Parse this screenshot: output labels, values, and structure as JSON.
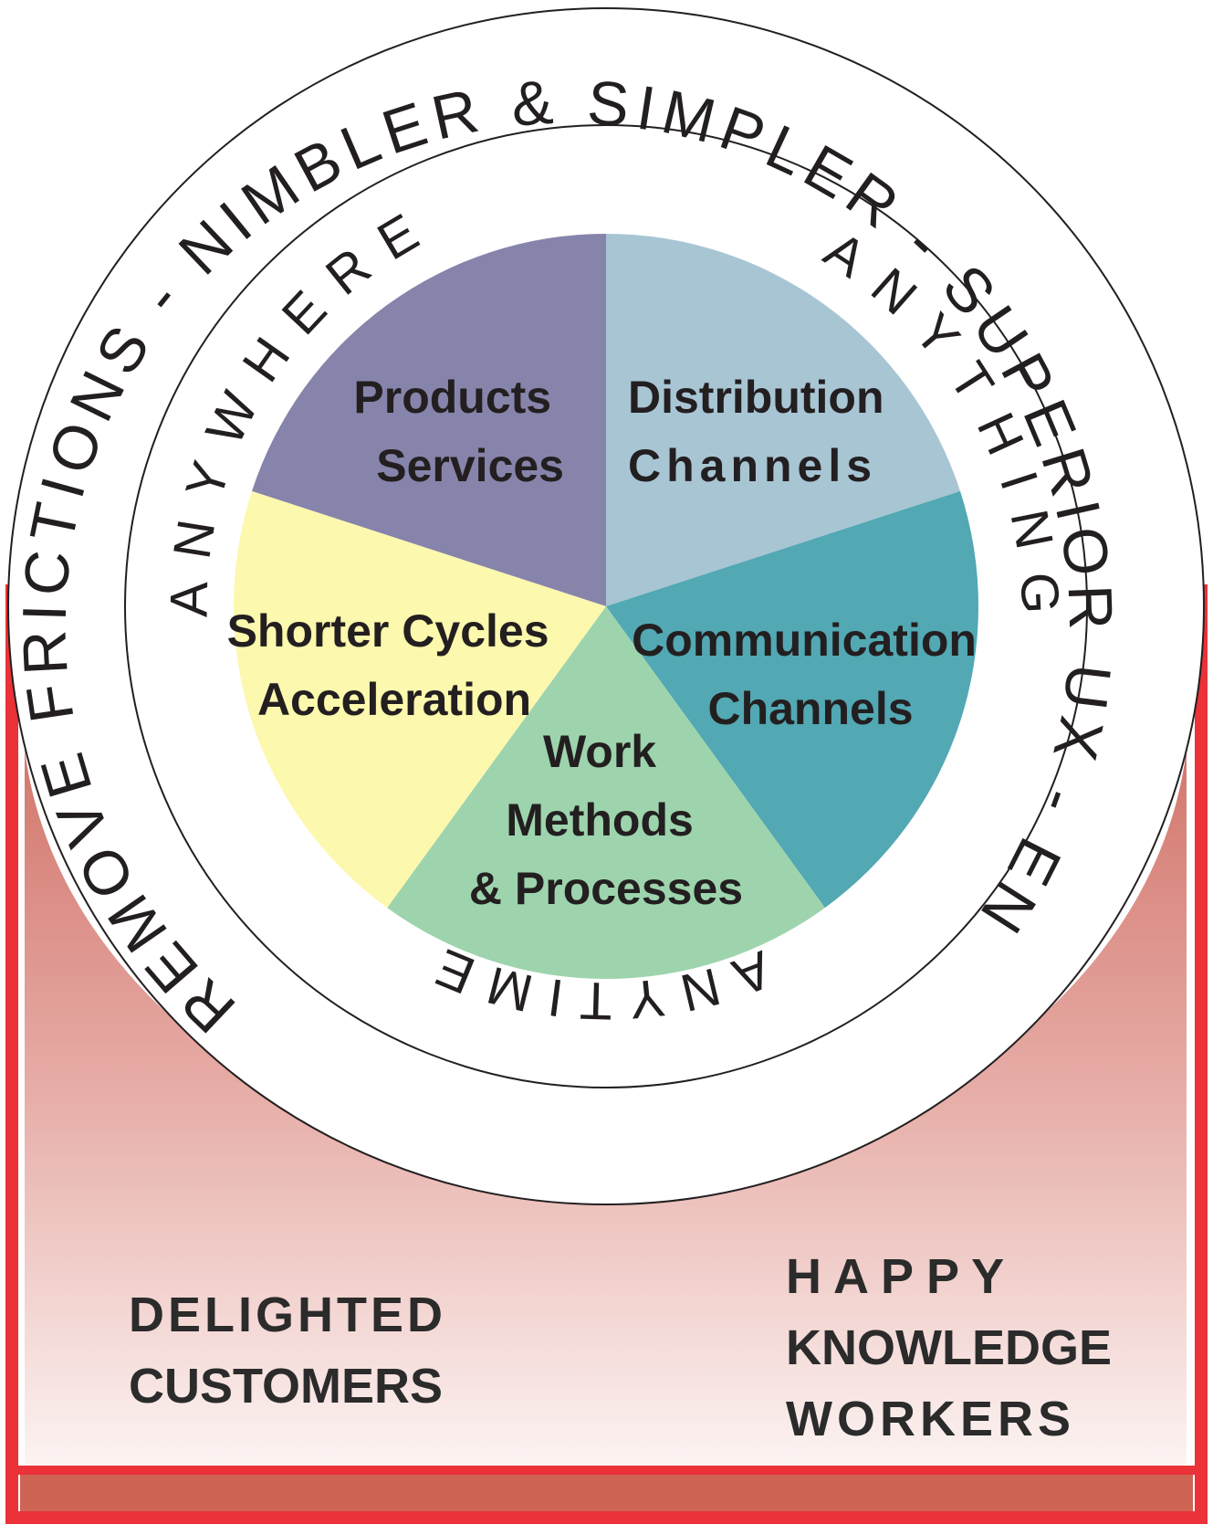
{
  "outer_ring_text": "REMOVE FRICTIONS - NIMBLER & SIMPLER - SUPERIOR UX - END-TO-END -",
  "inner_ring": {
    "anywhere": "ANYWHERE",
    "anything": "ANYTHING",
    "anytime": "ANYTIME"
  },
  "segments": [
    {
      "id": "products",
      "lines": [
        "Products",
        "Services"
      ],
      "color": "#8784ab"
    },
    {
      "id": "distribution",
      "lines": [
        "Distribution",
        "Channels"
      ],
      "color": "#a8c5d4"
    },
    {
      "id": "communication",
      "lines": [
        "Communication",
        "Channels"
      ],
      "color": "#52a8b3"
    },
    {
      "id": "work",
      "lines": [
        "Work",
        "Methods",
        "& Processes"
      ],
      "color": "#9dd4ad"
    },
    {
      "id": "shorter",
      "lines": [
        "Shorter Cycles",
        "Acceleration"
      ],
      "color": "#fcf8ad"
    }
  ],
  "bottom": {
    "left_lines": [
      "DELIGHTED",
      "CUSTOMERS"
    ],
    "right_lines": [
      "H A P P Y",
      "KNOWLEDGE",
      "WORKERS"
    ]
  },
  "colors": {
    "frame_red": "#ea3238",
    "base_bar": "#cd6454",
    "gradient_top": "#d2776d",
    "gradient_bottom": "#fcf5f4"
  }
}
